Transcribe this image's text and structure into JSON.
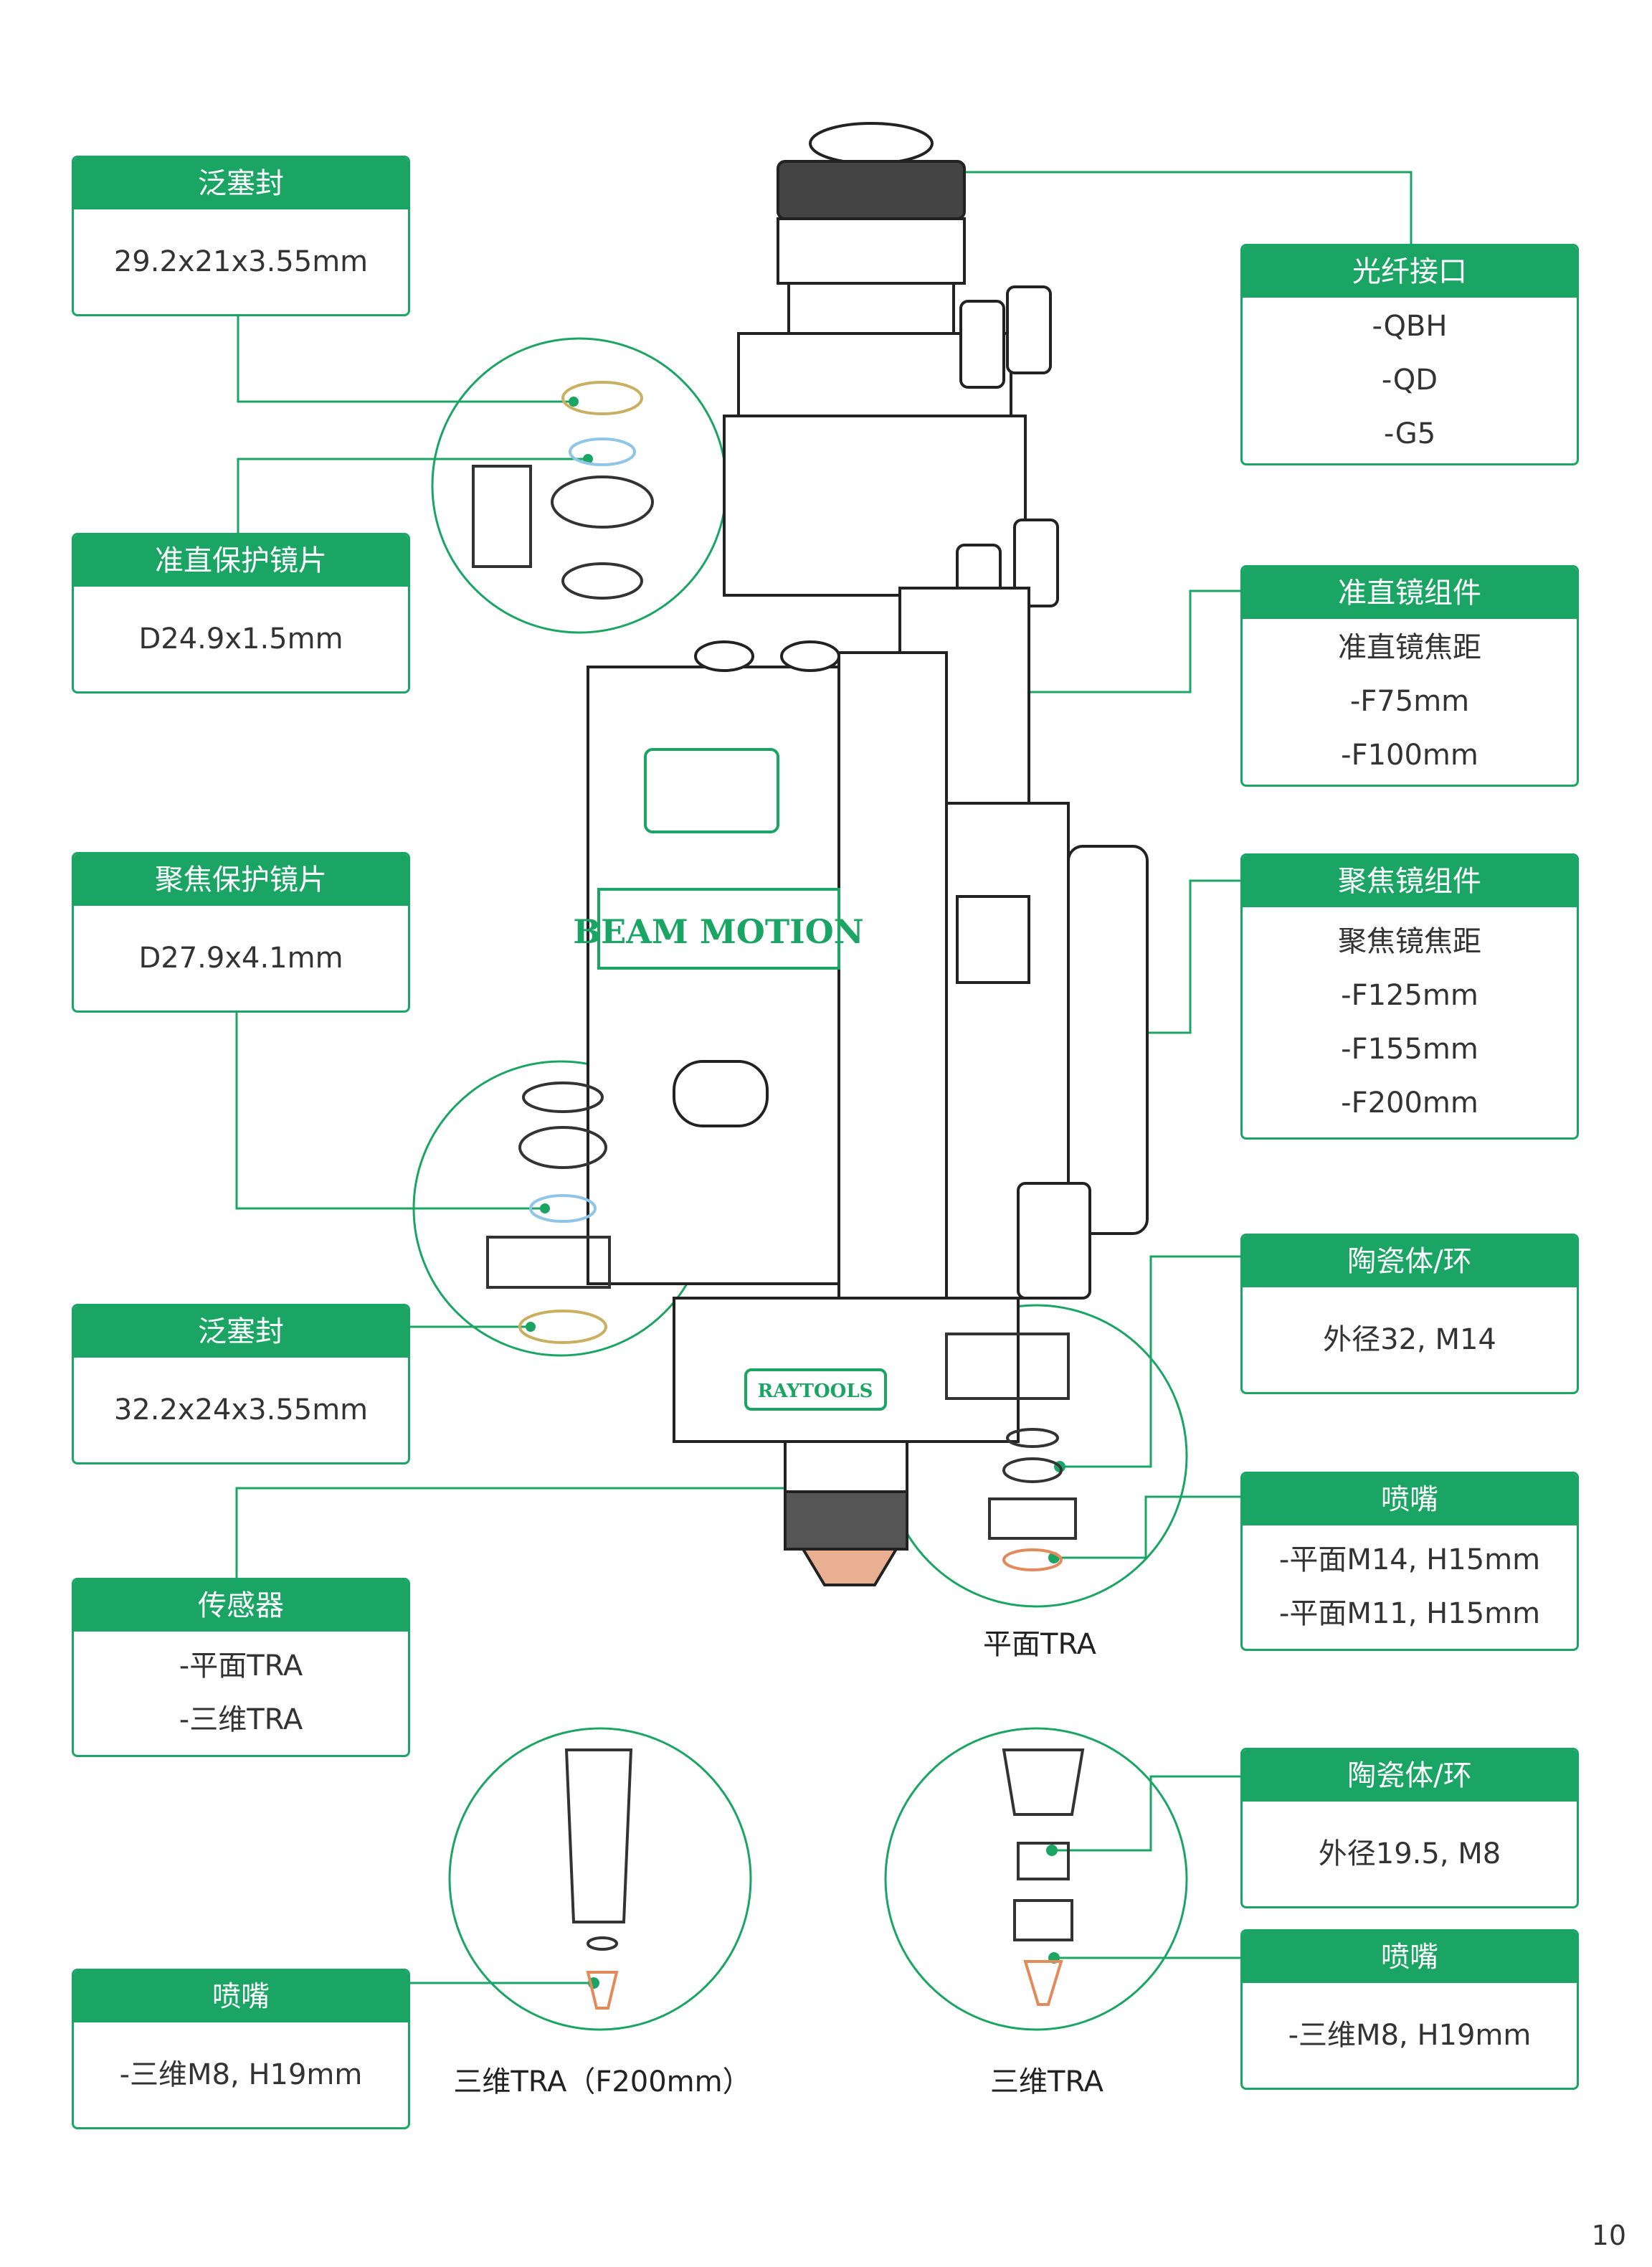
{
  "colors": {
    "accent": "#1ba564",
    "line": "#1ba564",
    "text": "#333333"
  },
  "cards": {
    "seal_top": {
      "title": "泛塞封",
      "lines": [
        "29.2x21x3.55mm"
      ]
    },
    "collimator_protect": {
      "title": "准直保护镜片",
      "lines": [
        "D24.9x1.5mm"
      ]
    },
    "focus_protect": {
      "title": "聚焦保护镜片",
      "lines": [
        "D27.9x4.1mm"
      ]
    },
    "seal_bottom": {
      "title": "泛塞封",
      "lines": [
        "32.2x24x3.55mm"
      ]
    },
    "sensor": {
      "title": "传感器",
      "lines": [
        "-平面TRA",
        "-三维TRA"
      ]
    },
    "nozzle_3d_left": {
      "title": "喷嘴",
      "lines": [
        "-三维M8, H19mm"
      ]
    },
    "fiber": {
      "title": "光纤接口",
      "lines": [
        "-QBH",
        "-QD",
        "-G5"
      ]
    },
    "collimator": {
      "title": "准直镜组件",
      "lines": [
        "准直镜焦距",
        "-F75mm",
        "-F100mm"
      ]
    },
    "focus": {
      "title": "聚焦镜组件",
      "lines": [
        "聚焦镜焦距",
        "-F125mm",
        "-F155mm",
        "-F200mm"
      ]
    },
    "ceramic_flat": {
      "title": "陶瓷体/环",
      "lines": [
        "外径32, M14"
      ]
    },
    "nozzle_flat": {
      "title": "喷嘴",
      "lines": [
        "-平面M14, H15mm",
        "-平面M11, H15mm"
      ]
    },
    "ceramic_3d": {
      "title": "陶瓷体/环",
      "lines": [
        "外径19.5, M8"
      ]
    },
    "nozzle_3d_right": {
      "title": "喷嘴",
      "lines": [
        "-三维M8, H19mm"
      ]
    }
  },
  "captions": {
    "flat_tra": "平面TRA",
    "tra_3d_f200": "三维TRA（F200mm）",
    "tra_3d": "三维TRA"
  },
  "labels": {
    "brand_plate": "BEAM MOTION",
    "sensor_plate": "RAYTOOLS"
  },
  "page_number": "10"
}
